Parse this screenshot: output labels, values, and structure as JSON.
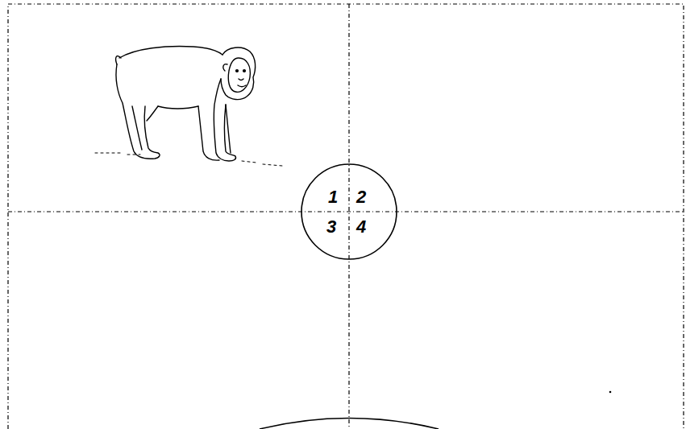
{
  "diagram": {
    "nodes": [
      {
        "text": [
          "1",
          "2",
          "3",
          "4"
        ]
      }
    ]
  }
}
